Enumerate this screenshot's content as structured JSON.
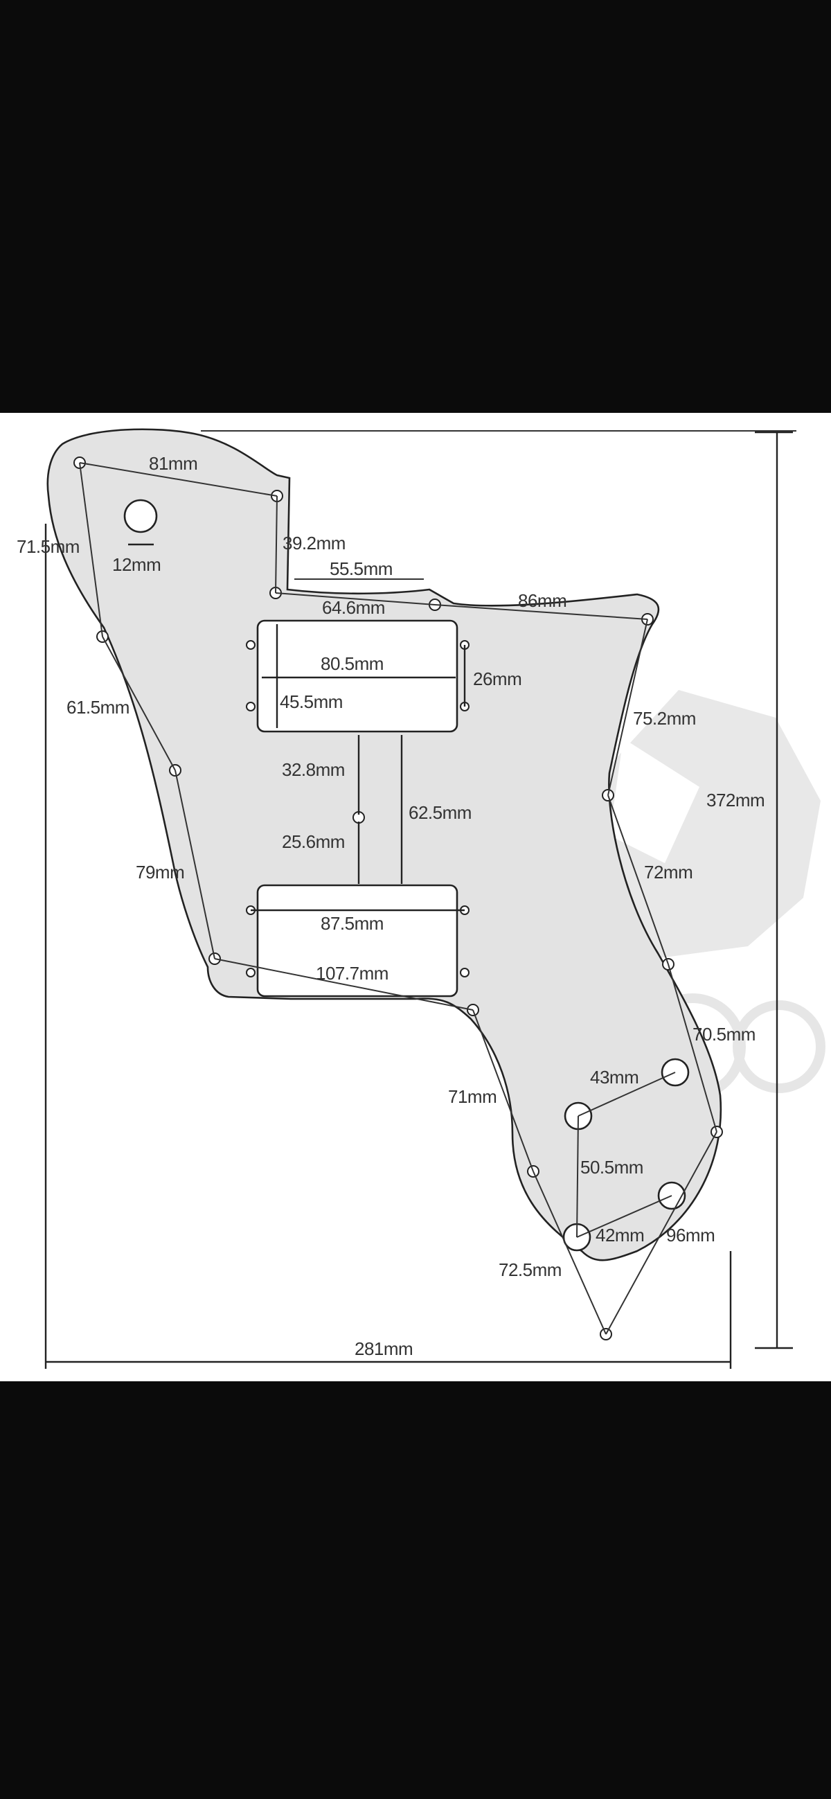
{
  "watermark": {
    "text": "GI"
  },
  "labels": {
    "d81": "81mm",
    "d71_5": "71.5mm",
    "d12": "12mm",
    "d39_2": "39.2mm",
    "d55_5": "55.5mm",
    "d64_6": "64.6mm",
    "d86": "86mm",
    "d80_5": "80.5mm",
    "d26": "26mm",
    "d45_5": "45.5mm",
    "d61_5": "61.5mm",
    "d75_2": "75.2mm",
    "d372": "372mm",
    "d32_8": "32.8mm",
    "d62_5": "62.5mm",
    "d25_6": "25.6mm",
    "d79": "79mm",
    "d72": "72mm",
    "d87_5": "87.5mm",
    "d107_7": "107.7mm",
    "d70_5": "70.5mm",
    "d43": "43mm",
    "d71": "71mm",
    "d50_5": "50.5mm",
    "d42": "42mm",
    "d96": "96mm",
    "d72_5": "72.5mm",
    "d281": "281mm"
  },
  "colors": {
    "page_bg": "#0b0b0b",
    "photo_bg": "#ffffff",
    "pickguard_fill": "#e3e3e3",
    "outline": "#222222",
    "watermark": "#cfcfcf"
  }
}
